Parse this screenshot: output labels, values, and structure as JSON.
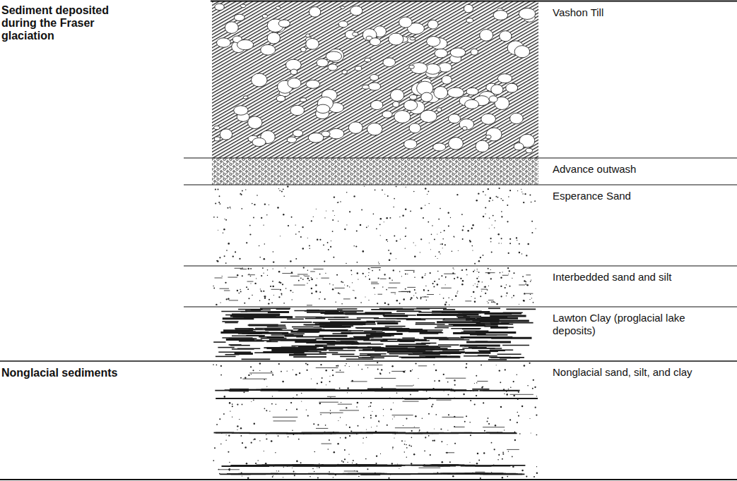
{
  "diagram": {
    "nodes": [
      {
        "text": [
          "Vashon Till"
        ]
      },
      {
        "text": [
          "Advance outwash"
        ]
      },
      {
        "text": [
          "Esperance Sand"
        ]
      },
      {
        "text": [
          "Interbedded sand and silt"
        ]
      },
      {
        "text": [
          "Lawton Clay (proglacial lake deposits)"
        ]
      },
      {
        "text": [
          "Nonglacial sand, silt, and clay"
        ]
      }
    ],
    "labels": [
      "Sediment deposited during the Fraser glaciation",
      "Nonglacial sediments"
    ]
  }
}
